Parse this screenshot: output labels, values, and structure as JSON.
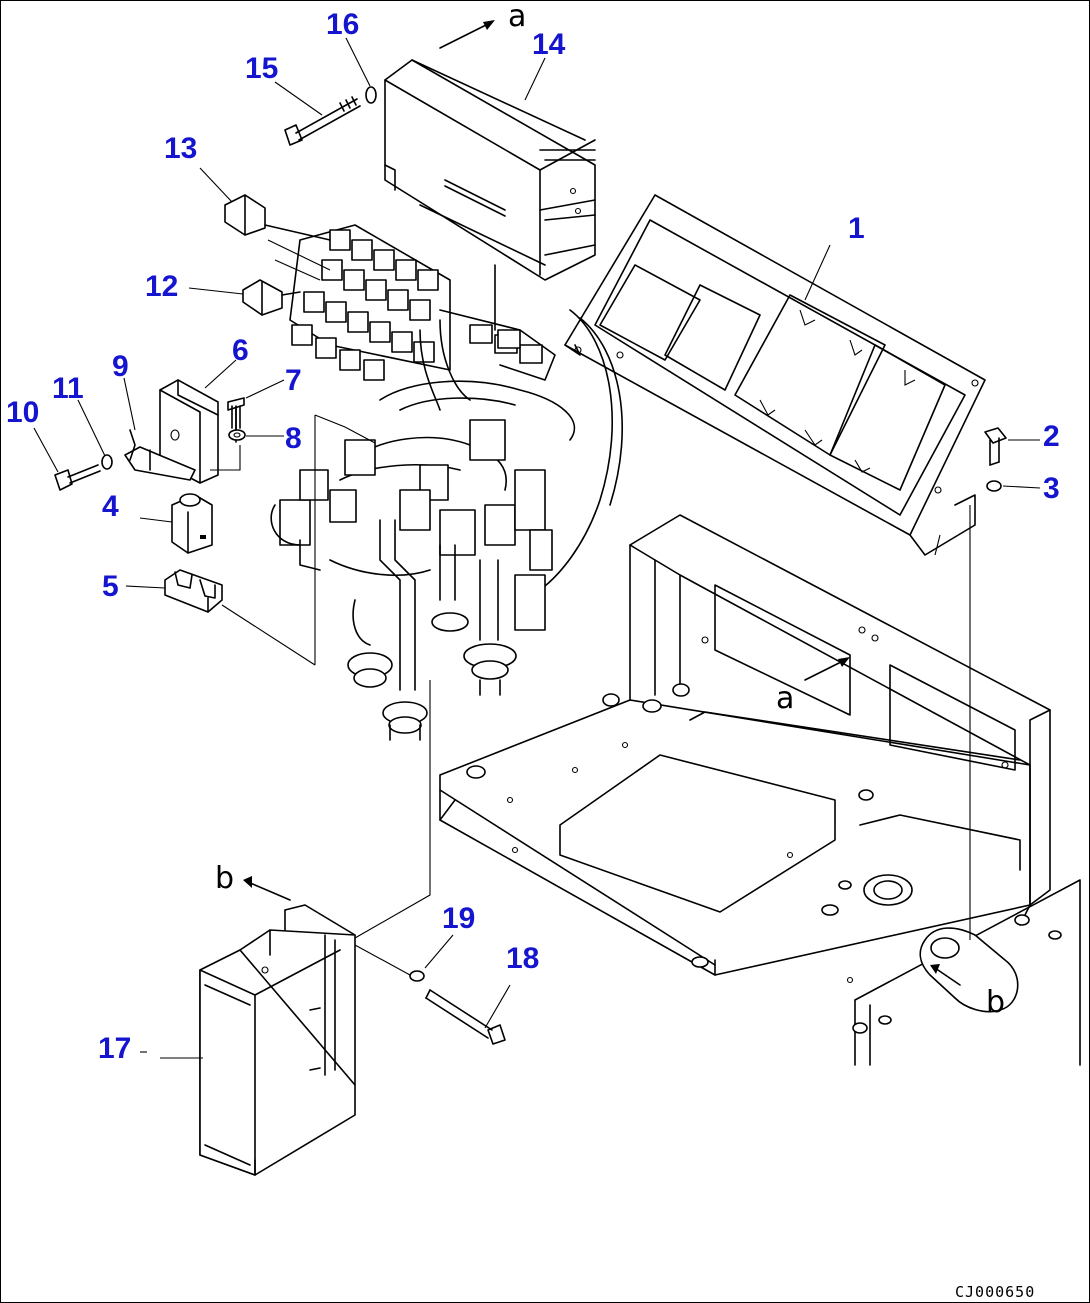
{
  "callouts": [
    {
      "num": "1"
    },
    {
      "num": "2"
    },
    {
      "num": "3"
    },
    {
      "num": "4"
    },
    {
      "num": "5"
    },
    {
      "num": "6"
    },
    {
      "num": "7"
    },
    {
      "num": "8"
    },
    {
      "num": "9"
    },
    {
      "num": "10"
    },
    {
      "num": "11"
    },
    {
      "num": "12"
    },
    {
      "num": "13"
    },
    {
      "num": "14"
    },
    {
      "num": "15"
    },
    {
      "num": "16"
    },
    {
      "num": "17"
    },
    {
      "num": "18"
    },
    {
      "num": "19"
    }
  ],
  "view_refs": [
    "a",
    "a",
    "b",
    "b"
  ],
  "drawing_code": "CJ000650",
  "colors": {
    "callout": "#1515d0",
    "line": "#000000",
    "background": "#ffffff"
  }
}
